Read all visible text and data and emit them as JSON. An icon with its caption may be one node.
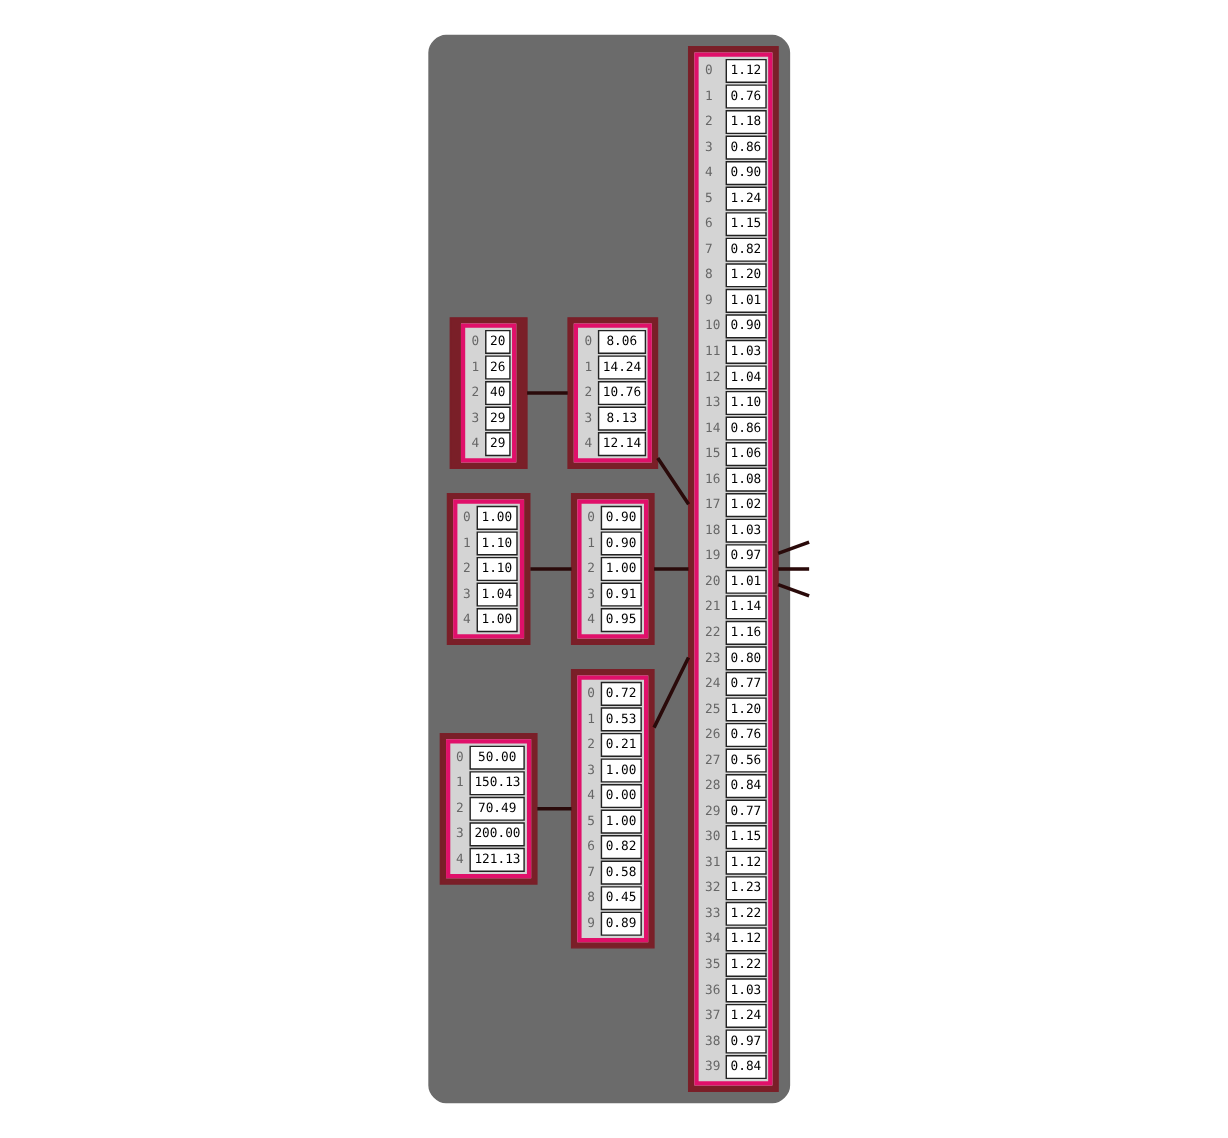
{
  "diagram": {
    "nodes": [
      {
        "text": [],
        "shape": "box"
      },
      {
        "text": [
          "0",
          "20",
          "1",
          "26",
          "2",
          "40",
          "3",
          "29",
          "4",
          "29"
        ],
        "in": 0
      },
      {
        "text": [
          "0",
          "8.06",
          "1",
          "14.24",
          "2",
          "10.76",
          "3",
          "8.13",
          "4",
          "12.14"
        ],
        "in": 0
      },
      {
        "text": [
          "0",
          "1.00",
          "1",
          "1.10",
          "2",
          "1.10",
          "3",
          "1.04",
          "4",
          "1.00"
        ],
        "in": 0
      },
      {
        "text": [
          "0",
          "0.90",
          "1",
          "0.90",
          "2",
          "1.00",
          "3",
          "0.91",
          "4",
          "0.95"
        ],
        "in": 0
      },
      {
        "text": [
          "0",
          "50.00",
          "1",
          "150.13",
          "2",
          "70.49",
          "3",
          "200.00",
          "4",
          "121.13"
        ],
        "in": 0
      },
      {
        "text": [
          "0",
          "0.72",
          "1",
          "0.53",
          "2",
          "0.21",
          "3",
          "1.00",
          "4",
          "0.00",
          "5",
          "1.00",
          "6",
          "0.82",
          "7",
          "0.58",
          "8",
          "0.45",
          "9",
          "0.89"
        ],
        "in": 0
      },
      {
        "text": [
          "0",
          "1.12",
          "1",
          "0.76",
          "2",
          "1.18",
          "3",
          "0.86",
          "4",
          "0.90",
          "5",
          "1.24",
          "6",
          "1.15",
          "7",
          "0.82",
          "8",
          "1.20",
          "9",
          "1.01",
          "10",
          "0.90",
          "11",
          "1.03",
          "12",
          "1.04",
          "13",
          "1.10",
          "14",
          "0.86",
          "15",
          "1.06",
          "16",
          "1.08",
          "17",
          "1.02",
          "18",
          "1.03",
          "19",
          "0.97",
          "20",
          "1.01",
          "21",
          "1.14",
          "22",
          "1.16",
          "23",
          "0.80",
          "24",
          "0.77",
          "25",
          "1.20",
          "26",
          "0.76",
          "27",
          "0.56",
          "28",
          "0.84",
          "29",
          "0.77",
          "30",
          "1.15",
          "31",
          "1.12",
          "32",
          "1.23",
          "33",
          "1.22",
          "34",
          "1.12",
          "35",
          "1.22",
          "36",
          "1.03",
          "37",
          "1.24",
          "38",
          "0.97",
          "39",
          "0.84"
        ],
        "in": 0
      }
    ],
    "edges": [
      {
        "from": 1,
        "to": 2,
        "arrow": "none"
      },
      {
        "from": 2,
        "to": 7,
        "arrow": "none"
      },
      {
        "from": 3,
        "to": 4,
        "arrow": "none"
      },
      {
        "from": 4,
        "to": 7,
        "arrow": "none"
      },
      {
        "from": 5,
        "to": 6,
        "arrow": "none"
      },
      {
        "from": 6,
        "to": 7,
        "arrow": "none"
      },
      {
        "from": 7,
        "to": null,
        "arrow": "none"
      },
      {
        "from": 7,
        "to": null,
        "arrow": "none"
      },
      {
        "from": 7,
        "to": null,
        "arrow": "none"
      }
    ]
  }
}
